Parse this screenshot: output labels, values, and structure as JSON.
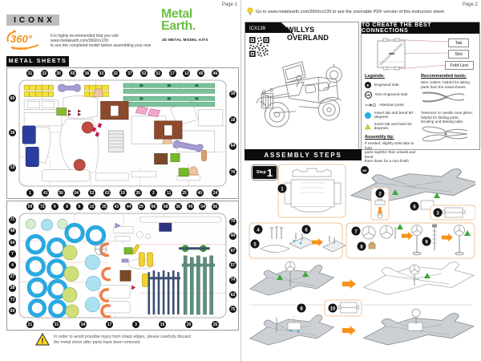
{
  "pages": {
    "page1_label": "Page 1",
    "page2_label": "Page 2"
  },
  "brand": {
    "iconx": "ICONX",
    "logo_line1": "Metal",
    "logo_line2": "Earth.",
    "tagline": "3D METAL MODEL KITS",
    "badge_number": "360°",
    "badge_view": "view",
    "recommend_lines": [
      "It is highly recommended that you visit",
      "www.metalearth.com/360/icx139",
      "to see the completed model before assembling your own"
    ]
  },
  "colors": {
    "brand_green": "#6cbf46",
    "accent_orange": "#f6921e",
    "callout_black": "#141414",
    "bend_dot_blue": "#29abe2",
    "twist_triangle_yellow": "#cdd72e",
    "assembly_triangle_green": "#3aab35"
  },
  "page1": {
    "metal_sheets_header": "METAL SHEETS",
    "warning_lines": [
      "In order to avoid possible injury from sharp edges, please carefully discard",
      "the metal sheet after parts have been removed"
    ],
    "sheet1": {
      "top": [
        "31",
        "22",
        "30",
        "65",
        "36",
        "33",
        "32",
        "37",
        "52",
        "51",
        "17",
        "12",
        "45",
        "46"
      ],
      "left": [
        "60",
        "39",
        "13"
      ],
      "right": [
        "16",
        "18",
        "64",
        "76"
      ],
      "bottom": [
        "1",
        "41",
        "50",
        "54",
        "53",
        "63",
        "19",
        "26",
        "2",
        "11",
        "25",
        "40",
        "24"
      ]
    },
    "sheet2": {
      "top": [
        "59",
        "72",
        "9",
        "8",
        "6",
        "10",
        "35",
        "43",
        "44",
        "29",
        "66",
        "68",
        "38",
        "49",
        "54",
        "56"
      ],
      "left": [
        "71",
        "48",
        "64",
        "7",
        "4",
        "27",
        "28",
        "73",
        "69"
      ],
      "right": [
        "70",
        "44",
        "67",
        "57",
        "74",
        "62",
        "75"
      ],
      "bottom": [
        "21",
        "31",
        "34",
        "17",
        "3",
        "15",
        "20",
        "25"
      ]
    }
  },
  "page2": {
    "goto_text": "Go to www.metalearth.com/360/icx139 to see the zoomable PDF version of this instruction sheet",
    "model_code": "ICX139",
    "model_name": "WILLYS OVERLAND",
    "connections": {
      "header": "TO CREATE THE BEST CONNECTIONS",
      "tab_label": "Tab",
      "slot_label": "Slot",
      "fold_label": "Fold Line"
    },
    "legends": {
      "title": "Legends:",
      "engraved_icon": "E",
      "engraved_text": "Engraved side",
      "non_engraved_icon": "NE",
      "non_engraved_text": "Non-engraved side",
      "attention_text": "Attention point",
      "bend_text": "Insert tab and bend 90 degrees",
      "twist_text": "Insert tab and twist 90 degrees.",
      "tip_title": "Assembly tip:",
      "tip_lines": [
        "If needed, slightly twist tabs to hold",
        "parts together then untwist and bend",
        "them down for a nice finish"
      ]
    },
    "tools": {
      "title": "Recommended tools:",
      "cutters_lines": [
        "Wire cutters: helpful for taking",
        "parts from the metal sheets."
      ],
      "pliers_lines": [
        "Tweezers or needle nose pliers:",
        "helpful for folding parts,",
        "bending and twisting tabs."
      ]
    },
    "assembly": {
      "header": "ASSEMBLY STEPS",
      "step_label": "Step",
      "step_number": "1",
      "ne_label": "NE",
      "callouts": {
        "c1": "1",
        "c2": "2",
        "c3": "3",
        "c4": "4",
        "c5": "5",
        "c6": "6",
        "c7": "7",
        "c8": "8",
        "c9": "9",
        "c10": "10"
      }
    }
  }
}
